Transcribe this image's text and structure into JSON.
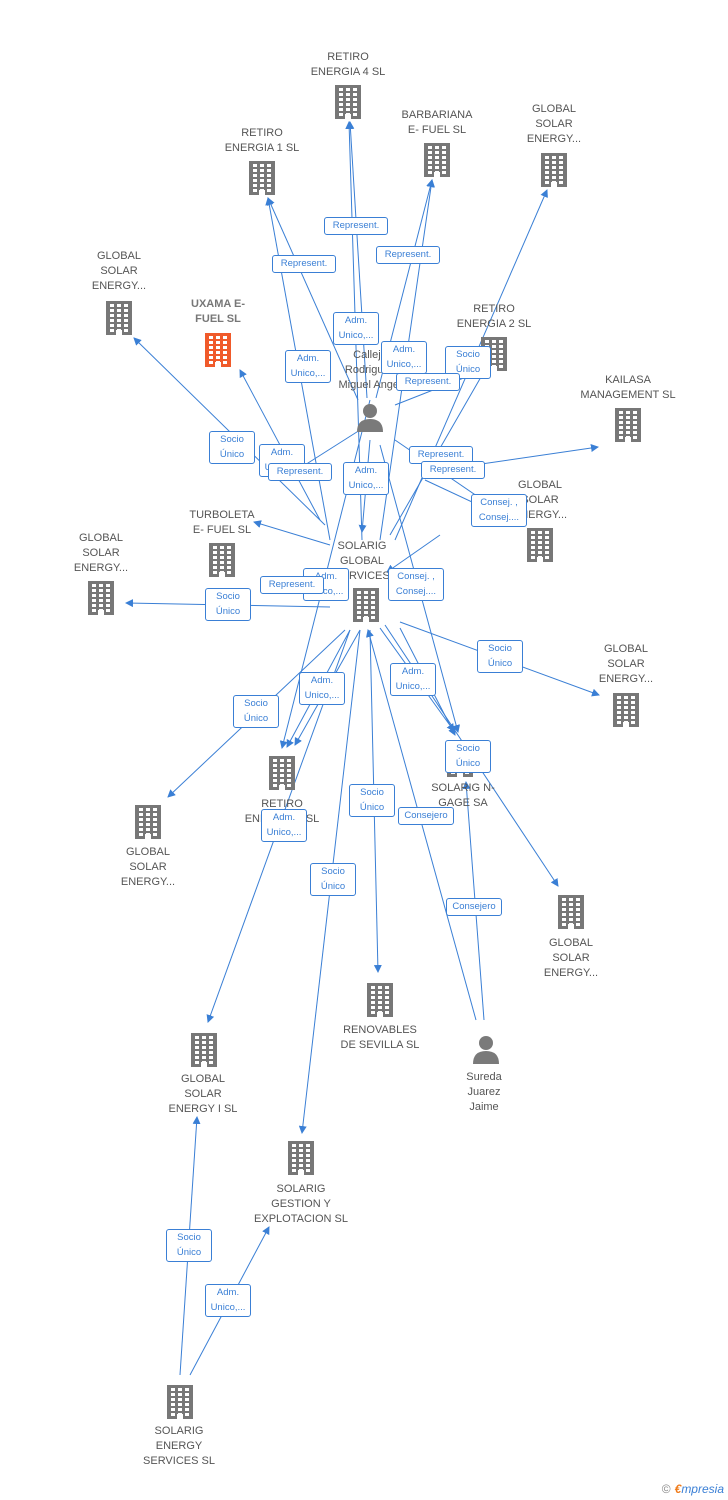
{
  "colors": {
    "edge": "#3a7fd5",
    "building": "#777777",
    "highlight": "#f05a2a",
    "person": "#7a7a7a"
  },
  "nodes": [
    {
      "id": "retiro4",
      "label": "RETIRO\nENERGIA 4  SL",
      "type": "building"
    },
    {
      "id": "barbariana",
      "label": "BARBARIANA\nE- FUEL  SL",
      "type": "building"
    },
    {
      "id": "gse_top_right",
      "label": "GLOBAL\nSOLAR\nENERGY...",
      "type": "building"
    },
    {
      "id": "retiro1",
      "label": "RETIRO\nENERGIA 1  SL",
      "type": "building"
    },
    {
      "id": "gse_left_top",
      "label": "GLOBAL\nSOLAR\nENERGY...",
      "type": "building"
    },
    {
      "id": "uxama",
      "label": "UXAMA E-\nFUEL  SL",
      "type": "building-highlight"
    },
    {
      "id": "retiro2",
      "label": "RETIRO\nENERGIA 2  SL",
      "type": "building"
    },
    {
      "id": "calleja",
      "label": "Calleja\nRodriguez\nMiguel Angel",
      "type": "person"
    },
    {
      "id": "kailasa",
      "label": "KAILASA\nMANAGEMENT SL",
      "type": "building"
    },
    {
      "id": "gse_right_mid",
      "label": "GLOBAL\nSOLAR\nENERGY...",
      "type": "building"
    },
    {
      "id": "turboleta",
      "label": "TURBOLETA\nE- FUEL  SL",
      "type": "building"
    },
    {
      "id": "gse_left_mid",
      "label": "GLOBAL\nSOLAR\nENERGY...",
      "type": "building"
    },
    {
      "id": "solarig_global",
      "label": "SOLARIG\nGLOBAL\nSERVICES",
      "type": "building"
    },
    {
      "id": "gse_right_low",
      "label": "GLOBAL\nSOLAR\nENERGY...",
      "type": "building"
    },
    {
      "id": "retiro3",
      "label": "RETIRO\nENERGIA 3  SL",
      "type": "building"
    },
    {
      "id": "gse_left_low",
      "label": "GLOBAL\nSOLAR\nENERGY...",
      "type": "building"
    },
    {
      "id": "nage",
      "label": "SOLARIG N-\nGAGE SA",
      "type": "building"
    },
    {
      "id": "gse_right_bottom",
      "label": "GLOBAL\nSOLAR\nENERGY...",
      "type": "building"
    },
    {
      "id": "renovables",
      "label": "RENOVABLES\nDE SEVILLA  SL",
      "type": "building"
    },
    {
      "id": "sureda",
      "label": "Sureda\nJuarez\nJaime",
      "type": "person"
    },
    {
      "id": "gse_i",
      "label": "GLOBAL\nSOLAR\nENERGY I  SL",
      "type": "building"
    },
    {
      "id": "gestion",
      "label": "SOLARIG\nGESTION Y\nEXPLOTACION SL",
      "type": "building"
    },
    {
      "id": "energy_services",
      "label": "SOLARIG\nENERGY\nSERVICES  SL",
      "type": "building"
    }
  ],
  "edge_labels": [
    "Represent.",
    "Represent.",
    "Represent.",
    "Adm.\nUnico,...",
    "Adm.\nUnico,...",
    "Adm.\nUnico,...",
    "Socio\nÚnico",
    "Represent.",
    "Socio\nÚnico",
    "Adm.\nUnico,...",
    "Represent.",
    "Represent.",
    "Adm.\nUnico,...",
    "Represent.",
    "Consej. ,\nConsej....",
    "Consej. ,\nConsej....",
    "Adm.\nUnico,...",
    "Represent.",
    "Socio\nÚnico",
    "Socio\nÚnico",
    "Socio\nÚnico",
    "Adm.\nUnico,...",
    "Adm.\nUnico,...",
    "Socio\nÚnico",
    "Adm.\nUnico,...",
    "Socio\nÚnico",
    "Consejero",
    "Socio\nÚnico",
    "Consejero",
    "Socio\nÚnico",
    "Adm.\nUnico,..."
  ],
  "footer": {
    "copyright": "©",
    "brand_e": "€",
    "brand_rest": "mpresia"
  }
}
